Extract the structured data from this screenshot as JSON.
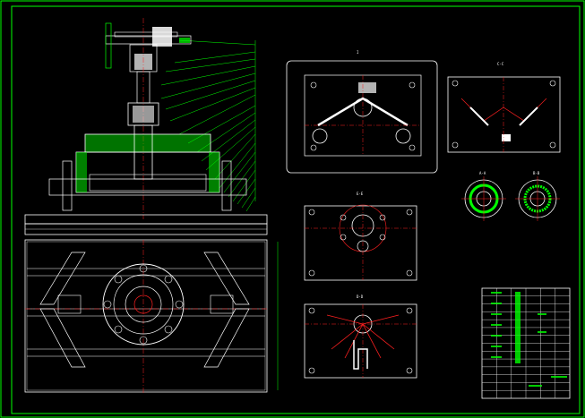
{
  "drawing": {
    "views": [
      {
        "id": "front-section",
        "tag": ""
      },
      {
        "id": "plan",
        "tag": ""
      },
      {
        "id": "detail-i",
        "tag": "I"
      },
      {
        "id": "section-c-c",
        "tag": "C-C"
      },
      {
        "id": "section-a-a",
        "tag": "A-A"
      },
      {
        "id": "section-b-b",
        "tag": "B-B"
      },
      {
        "id": "section-e-e",
        "tag": "E-E"
      },
      {
        "id": "section-d-d",
        "tag": "D-D"
      }
    ],
    "title_block": {
      "rows": 14,
      "cols": 6
    },
    "colors": {
      "background": "#000000",
      "outline": "#ffffff",
      "center_line": "#ff2020",
      "hatch": "#00ff00",
      "leader": "#00ff00",
      "part_fill": "#00ff00"
    }
  }
}
